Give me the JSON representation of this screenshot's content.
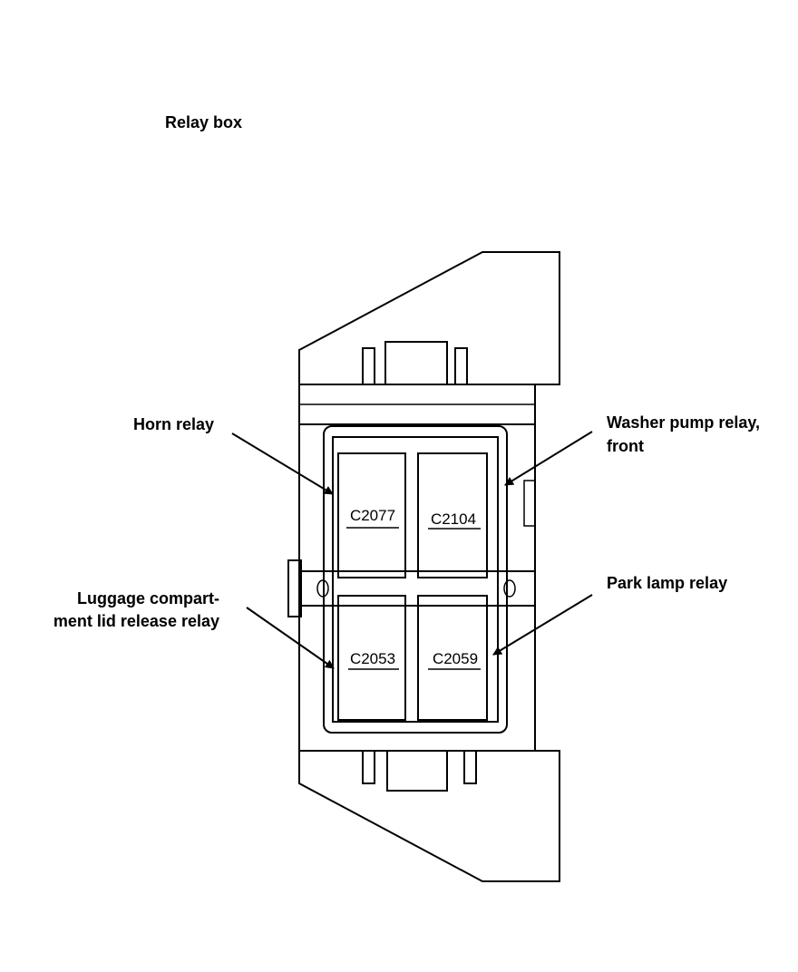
{
  "title": "Relay box",
  "relays": [
    {
      "code": "C2077",
      "label": [
        "Horn relay"
      ]
    },
    {
      "code": "C2104",
      "label": [
        "Washer pump relay,",
        "front"
      ]
    },
    {
      "code": "C2053",
      "label": [
        "Luggage compart-",
        "ment lid release relay"
      ]
    },
    {
      "code": "C2059",
      "label": [
        "Park lamp relay"
      ]
    }
  ]
}
